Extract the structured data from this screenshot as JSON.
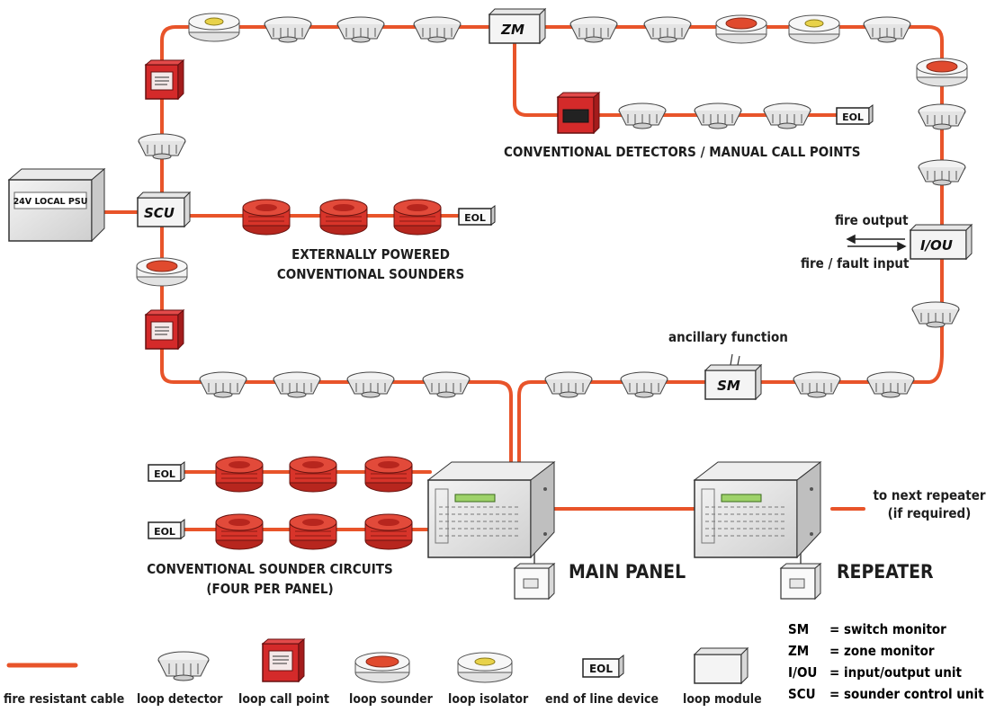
{
  "colors": {
    "cable": "#e8542a",
    "sounder": "#d8342a",
    "callpoint": "#d42a2a",
    "device_body": "#f2f2f2",
    "outline": "#444444"
  },
  "modules": {
    "zm": "ZM",
    "scu": "SCU",
    "iou": "I/OU",
    "sm": "SM",
    "eol": "EOL",
    "psu": "24V LOCAL PSU"
  },
  "labels": {
    "conv_detectors": "CONVENTIONAL DETECTORS / MANUAL CALL POINTS",
    "ext_sounders_1": "EXTERNALLY POWERED",
    "ext_sounders_2": "CONVENTIONAL SOUNDERS",
    "fire_output": "fire output",
    "fire_fault_input": "fire / fault input",
    "ancillary": "ancillary function",
    "conv_circuits_1": "CONVENTIONAL SOUNDER CIRCUITS",
    "conv_circuits_2": "(FOUR PER PANEL)",
    "main_panel": "MAIN PANEL",
    "repeater": "REPEATER",
    "next_repeater_1": "to next repeater",
    "next_repeater_2": "(if required)"
  },
  "legend": [
    {
      "icon": "cable",
      "label": "fire resistant cable"
    },
    {
      "icon": "detector",
      "label": "loop detector"
    },
    {
      "icon": "callpoint",
      "label": "loop call point"
    },
    {
      "icon": "sounder",
      "label": "loop sounder"
    },
    {
      "icon": "isolator",
      "label": "loop isolator"
    },
    {
      "icon": "eol",
      "label": "end of line device"
    },
    {
      "icon": "module",
      "label": "loop module"
    }
  ],
  "abbreviations": [
    {
      "abbr": "SM",
      "meaning": "switch monitor"
    },
    {
      "abbr": "ZM",
      "meaning": "zone monitor"
    },
    {
      "abbr": "I/OU",
      "meaning": "input/output unit"
    },
    {
      "abbr": "SCU",
      "meaning": "sounder control unit"
    }
  ]
}
